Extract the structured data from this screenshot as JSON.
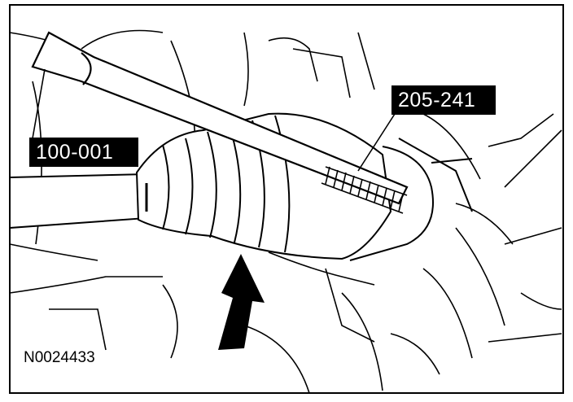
{
  "figure": {
    "callouts": [
      {
        "id": "100-001",
        "text": "100-001"
      },
      {
        "id": "205-241",
        "text": "205-241"
      }
    ],
    "figure_id": "N0024433"
  }
}
